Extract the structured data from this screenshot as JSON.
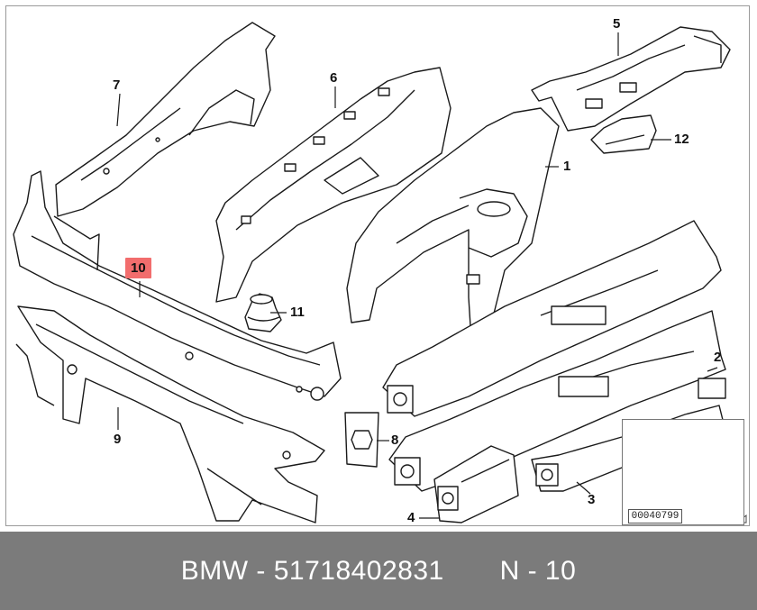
{
  "diagram": {
    "callouts": {
      "p1": "1",
      "p2": "2",
      "p3": "3",
      "p4": "4",
      "p5": "5",
      "p6": "6",
      "p7": "7",
      "p8": "8",
      "p9": "9",
      "p10": "10",
      "p11": "11",
      "p12": "12"
    },
    "highlight_color": "#f26d6d",
    "reference_code": "00040799"
  },
  "footer": {
    "brand": "BMW",
    "separator": " - ",
    "part_number": "51718402831",
    "position_label": "N - 10"
  }
}
